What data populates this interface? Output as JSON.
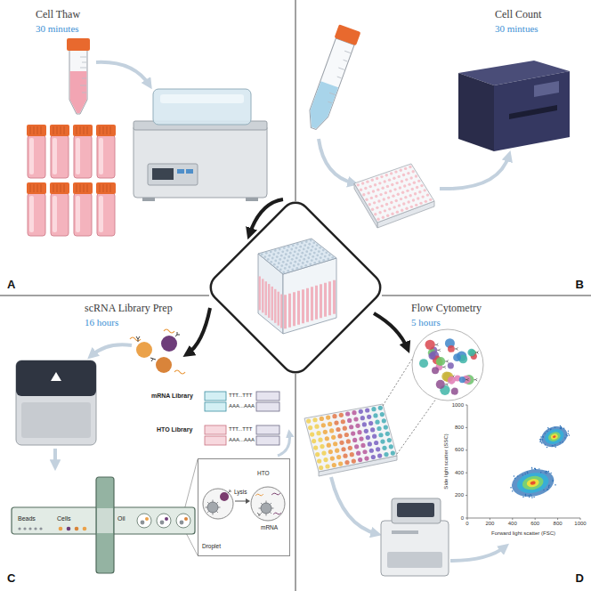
{
  "diagram": {
    "nodes": [
      {
        "text": [
          "Beads",
          "Cells",
          "Oil"
        ]
      },
      {
        "text": [
          "Droplet",
          "Lysis",
          "HTO",
          "mRNA"
        ]
      }
    ],
    "labels": [
      "Cell Thaw",
      "30 minutes",
      "Cell Count",
      "30 mintues",
      "A",
      "B",
      "scRNA Library Prep",
      "16 hours",
      "Flow Cytometry",
      "5 hours",
      "mRNA Library",
      "TTT...TTT",
      "AAA...AAA",
      "HTO Library",
      "TTT...TTT",
      "AAA...AAA",
      "Side light scatter (SSC)",
      "1000",
      "800",
      "600",
      "400",
      "200",
      "0",
      "0",
      "200",
      "400",
      "600",
      "800",
      "1000",
      "Forward light scatter (FSC)",
      "C",
      "D"
    ]
  }
}
